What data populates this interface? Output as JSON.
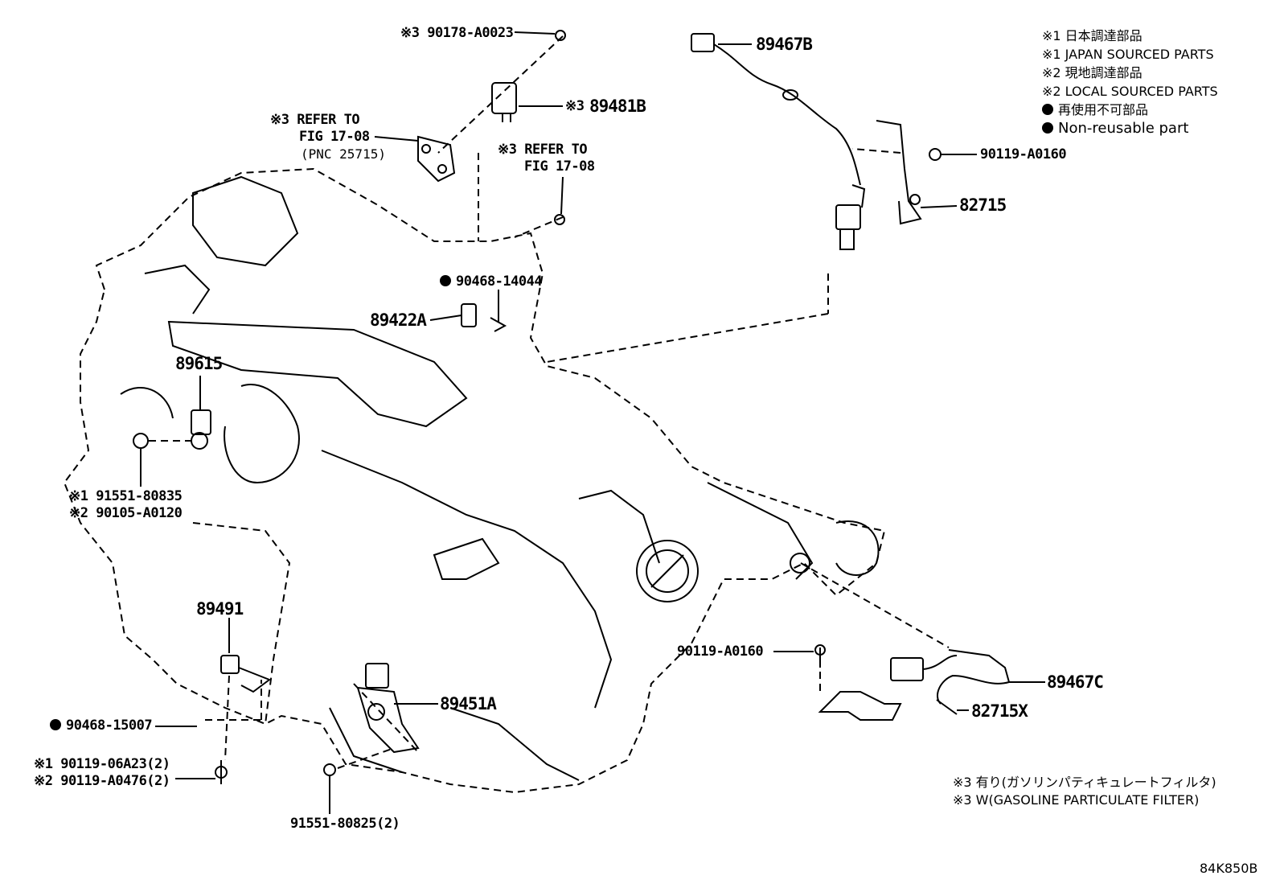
{
  "legend": {
    "l1": "※1 日本調達部品",
    "l2": "※1 JAPAN SOURCED PARTS",
    "l3": "※2 現地調達部品",
    "l4": "※2 LOCAL SOURCED PARTS",
    "l5": "再使用不可部品",
    "l6": "Non-reusable part"
  },
  "labels": {
    "p90178": "※3 90178-A0023",
    "p89481B_mark": "※3",
    "p89481B": "89481B",
    "refer1_a": "※3 REFER TO",
    "refer1_b": "FIG 17-08",
    "refer1_c": "(PNC 25715)",
    "refer2_a": "※3 REFER TO",
    "refer2_b": "FIG 17-08",
    "p89467B": "89467B",
    "p90119a": "90119-A0160",
    "p82715": "82715",
    "p90468_14044": "90468-14044",
    "p89422A": "89422A",
    "p89615": "89615",
    "p91551_80835": "※1 91551-80835",
    "p90105": "※2 90105-A0120",
    "p89491": "89491",
    "p90119b": "90119-A0160",
    "p89467C": "89467C",
    "p89451A": "89451A",
    "p82715X": "82715X",
    "p90468_15007": "90468-15007",
    "p90119_06A23": "※1 90119-06A23(2)",
    "p90119_A0476": "※2 90119-A0476(2)",
    "p91551_80825": "91551-80825(2)"
  },
  "note": {
    "n1": "※3 有り(ガソリンパティキュレートフィルタ)",
    "n2": "※3 W(GASOLINE PARTICULATE FILTER)"
  },
  "diagram_code": "84K850B"
}
